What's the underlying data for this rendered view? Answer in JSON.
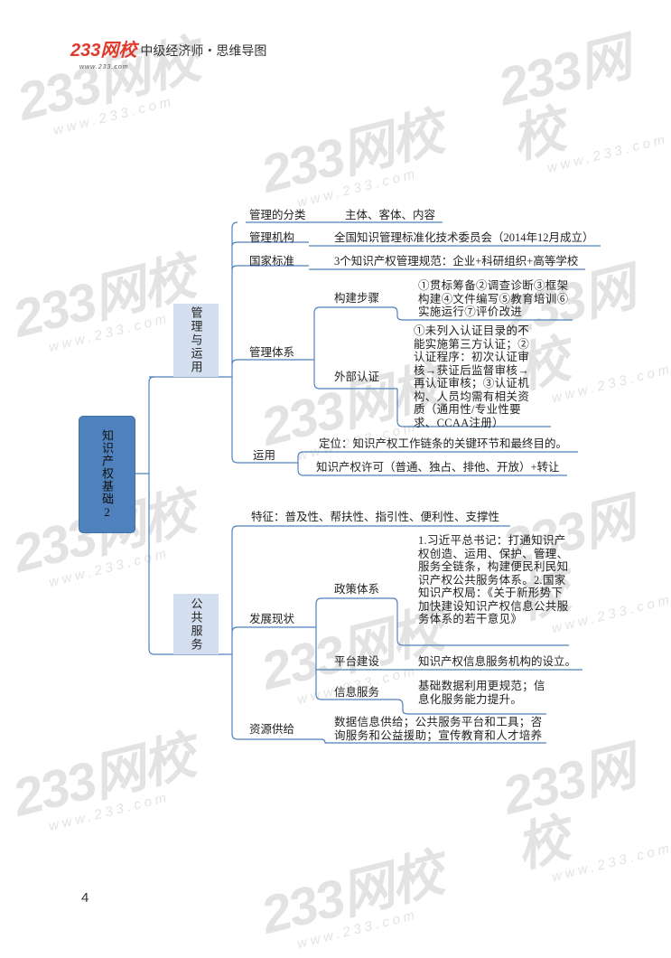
{
  "header": {
    "logo": "233网校",
    "logo_url_text": "www.233.com",
    "title": "中级经济师・思维导图"
  },
  "watermark": {
    "text": "233网校",
    "sub": "www.233.com"
  },
  "colors": {
    "root_fill": "#4f81bd",
    "branch_fill": "#d3dfee",
    "line": "#4f81bd",
    "logo": "#e03a2f"
  },
  "mindmap": {
    "root": "知识产权基础2",
    "branches": [
      {
        "label": "管理与运用",
        "children": [
          {
            "label": "管理的分类",
            "detail": "主体、客体、内容"
          },
          {
            "label": "管理机构",
            "detail": "全国知识管理标准化技术委员会（2014年12月成立）"
          },
          {
            "label": "国家标准",
            "detail": "3个知识产权管理规范：企业+科研组织+高等学校"
          },
          {
            "label": "管理体系",
            "children": [
              {
                "label": "构建步骤",
                "detail": "①贯标筹备②调查诊断③框架构建④文件编写⑤教育培训⑥实施运行⑦评价改进"
              },
              {
                "label": "外部认证",
                "detail": "①未列入认证目录的不能实施第三方认证；②认证程序：初次认证审核→获证后监督审核→再认证审核；③认证机构、人员均需有相关资质（通用性/专业性要求、CCAA注册）"
              }
            ]
          },
          {
            "label": "运用",
            "details": [
              "定位：知识产权工作链条的关键环节和最终目的。",
              "知识产权许可（普通、独占、排他、开放）+转让"
            ]
          }
        ]
      },
      {
        "label": "公共服务",
        "children": [
          {
            "label": "特征：普及性、帮扶性、指引性、便利性、支撑性"
          },
          {
            "label": "发展现状",
            "children": [
              {
                "label": "政策体系",
                "detail": "1.习近平总书记：打通知识产权创造、运用、保护、管理、服务全链条，构建便民利民知识产权公共服务体系。2.国家知识产权局：《关于新形势下加快建设知识产权信息公共服务体系的若干意见》"
              },
              {
                "label": "平台建设",
                "detail": "知识产权信息服务机构的设立。"
              },
              {
                "label": "信息服务",
                "detail": "基础数据利用更规范；信息化服务能力提升。"
              }
            ]
          },
          {
            "label": "资源供给",
            "detail": "数据信息供给；公共服务平台和工具；咨询服务和公益援助；宣传教育和人才培养"
          }
        ]
      }
    ]
  },
  "page_number": "4"
}
